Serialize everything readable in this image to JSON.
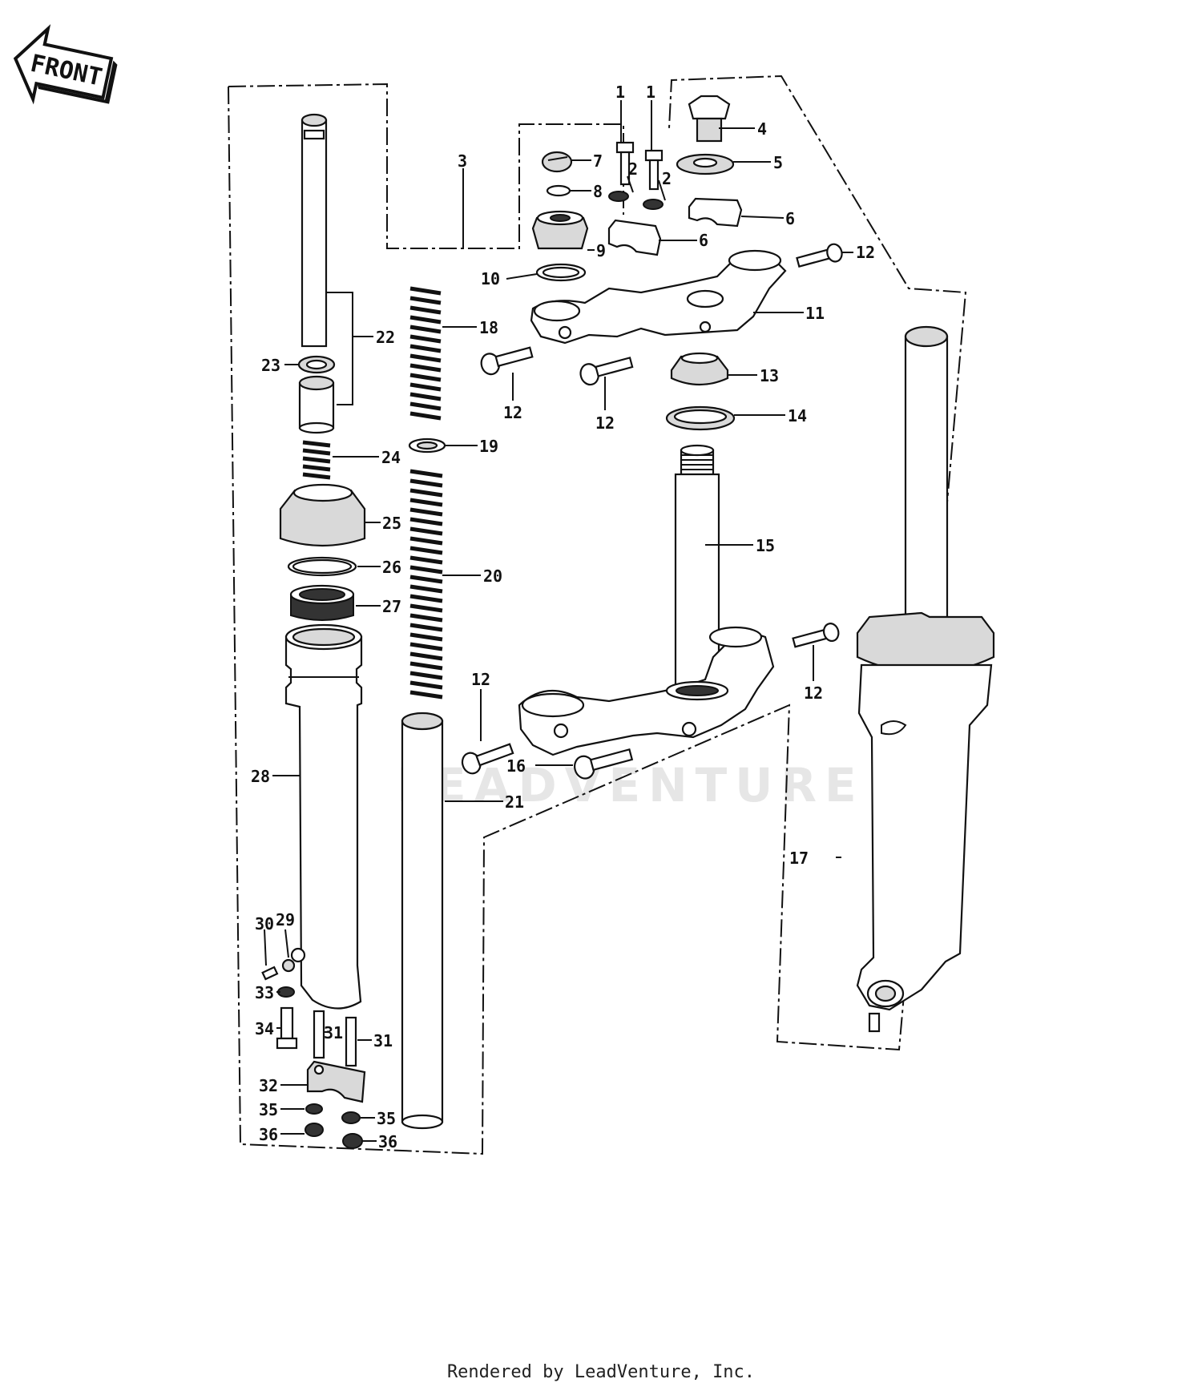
{
  "diagram": {
    "front_label": "FRONT",
    "watermark": "LEADVENTURE",
    "footer": "Rendered by LeadVenture, Inc.",
    "callouts": [
      "1",
      "1",
      "2",
      "2",
      "3",
      "4",
      "5",
      "6",
      "6",
      "7",
      "8",
      "9",
      "10",
      "11",
      "12",
      "12",
      "12",
      "12",
      "12",
      "12",
      "13",
      "14",
      "15",
      "16",
      "17",
      "18",
      "19",
      "20",
      "21",
      "22",
      "23",
      "24",
      "25",
      "26",
      "27",
      "28",
      "29",
      "30",
      "31",
      "31",
      "32",
      "33",
      "34",
      "35",
      "35",
      "36",
      "36"
    ]
  }
}
